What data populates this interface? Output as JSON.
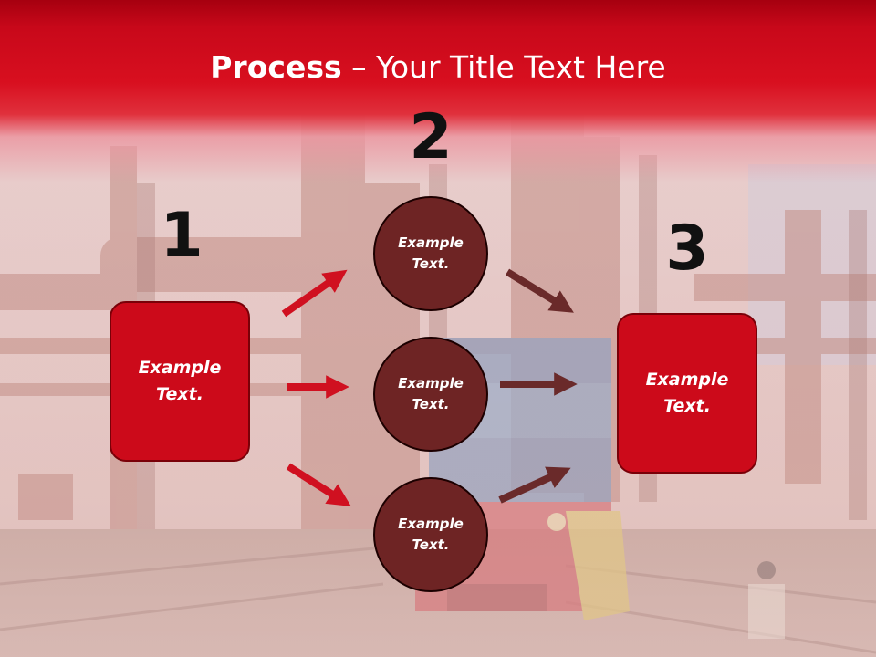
{
  "title": {
    "bold": "Process",
    "dash": " – ",
    "rest": "Your Title Text Here"
  },
  "steps": {
    "one": "1",
    "two": "2",
    "three": "3"
  },
  "boxes": {
    "left": {
      "line1": "Example",
      "line2": "Text."
    },
    "right": {
      "line1": "Example",
      "line2": "Text."
    }
  },
  "circles": [
    {
      "line1": "Example",
      "line2": "Text."
    },
    {
      "line1": "Example",
      "line2": "Text."
    },
    {
      "line1": "Example",
      "line2": "Text."
    }
  ],
  "colors": {
    "title_band": "#d80f1f",
    "box_fill": "#cc0a1a",
    "circle_fill": "#6e2424",
    "red_arrow": "#d01020",
    "brown_arrow": "#6a2a2a"
  }
}
